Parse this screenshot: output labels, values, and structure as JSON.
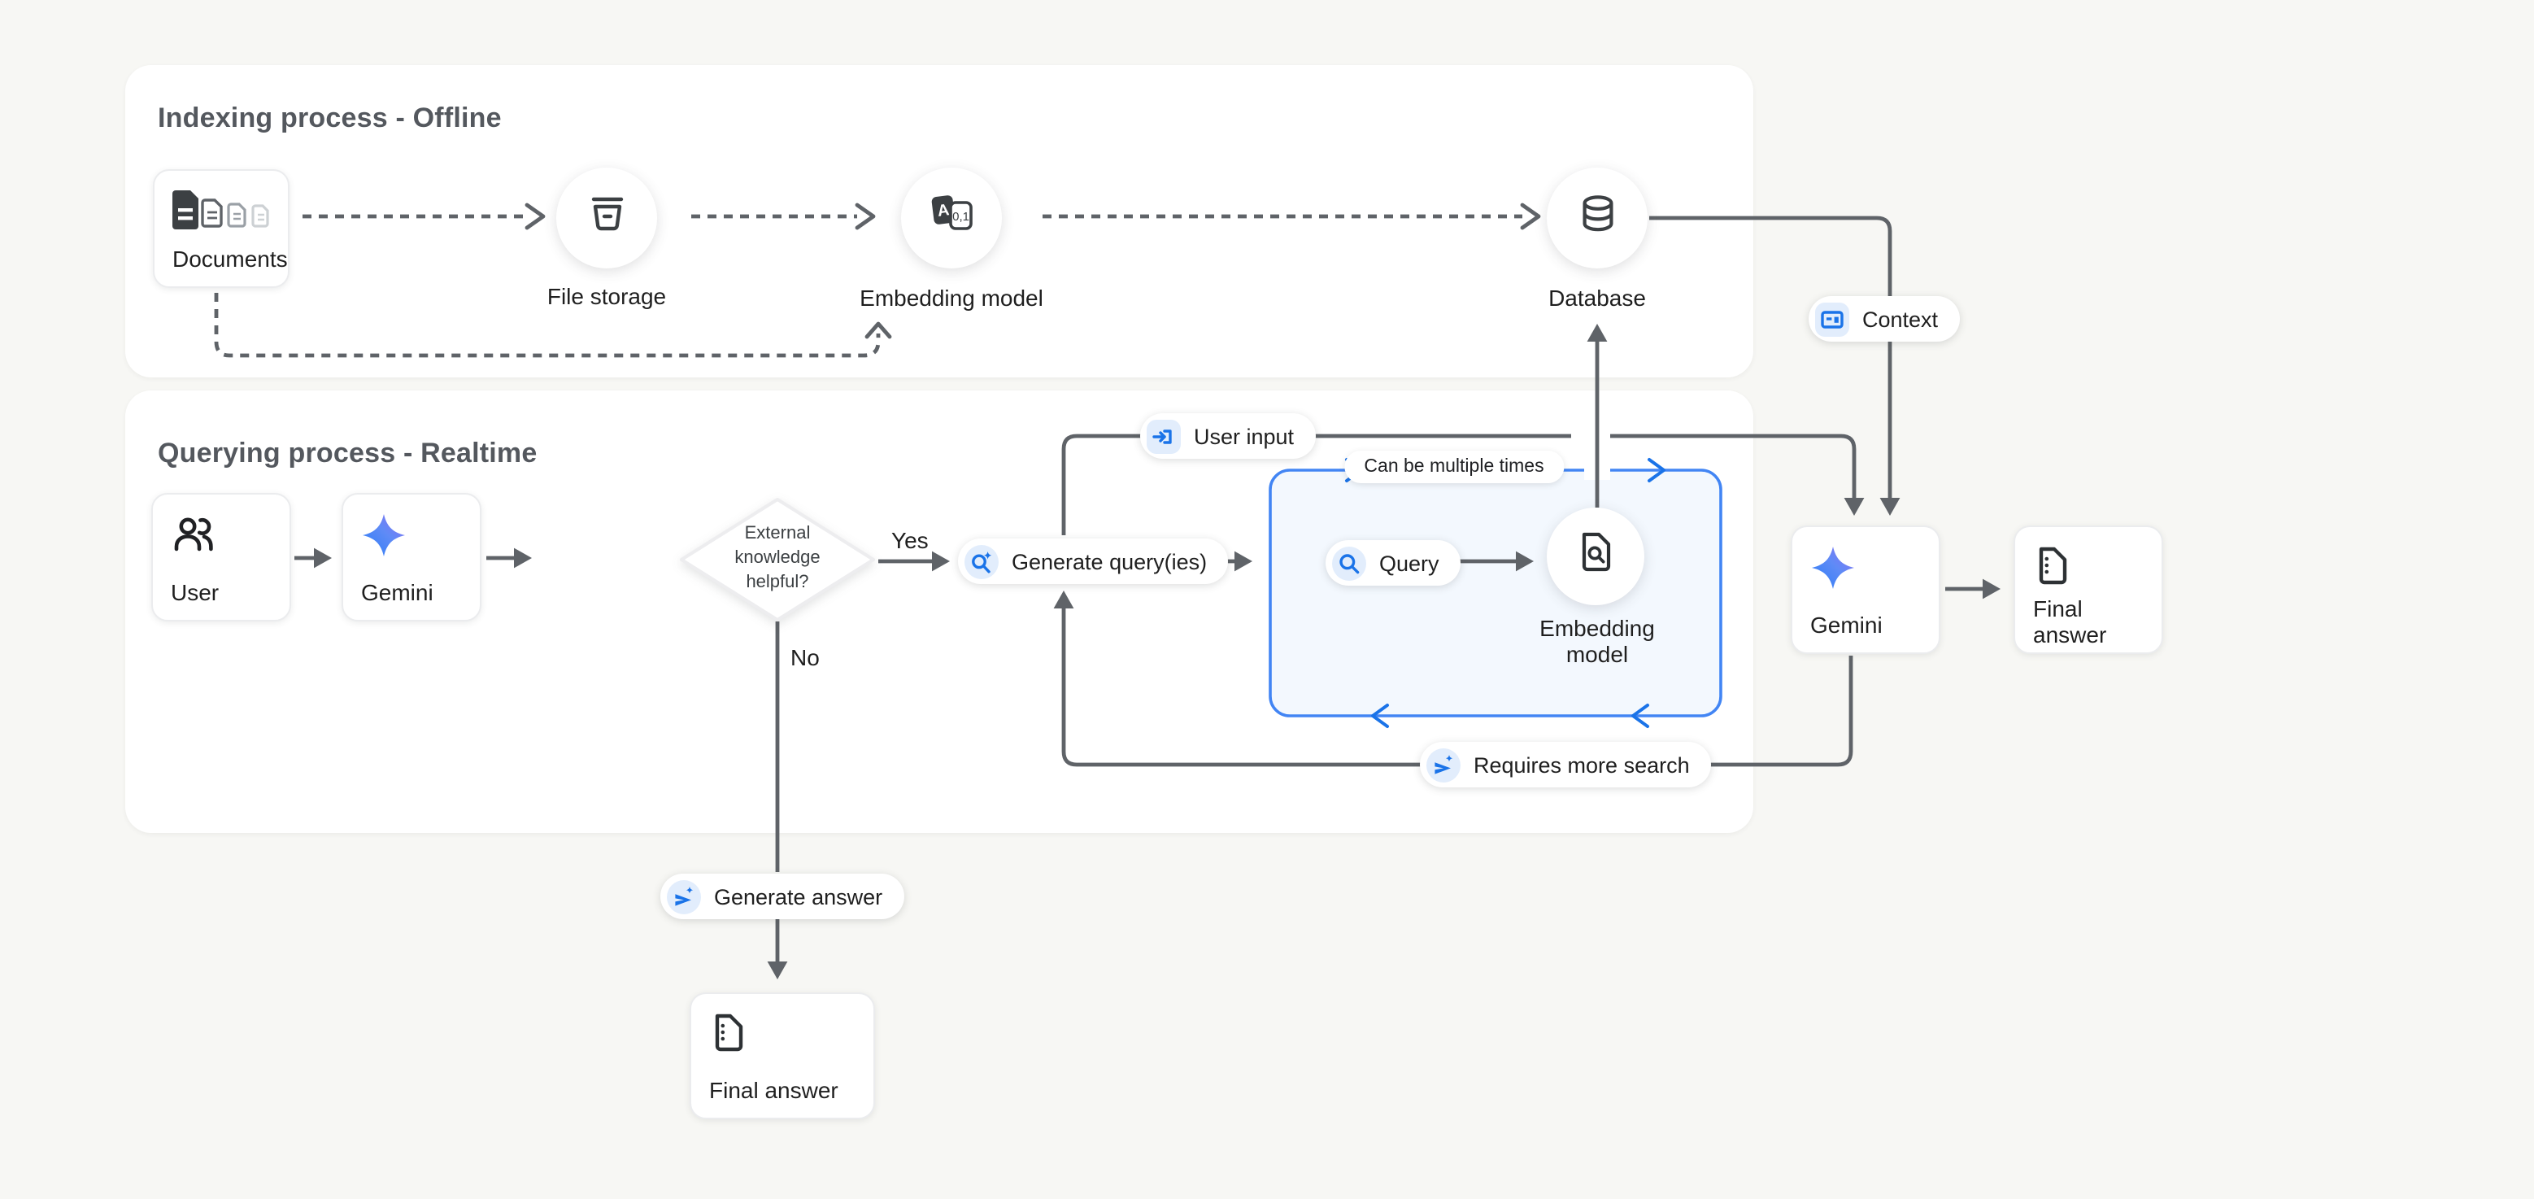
{
  "colors": {
    "canvas_bg": "#f7f7f4",
    "panel_bg": "#ffffff",
    "line_gray": "#5f6368",
    "icon_dark": "#3c4043",
    "accent_blue": "#1a73e8",
    "blue_box_border": "#4285f4",
    "blue_box_fill": "#f3f8fe",
    "badge_bg": "#e2edfc",
    "gemini_gradient": [
      "#2a7cf7",
      "#8f6df3"
    ]
  },
  "panels": {
    "indexing": {
      "title": "Indexing process - Offline"
    },
    "querying": {
      "title": "Querying process - Realtime"
    }
  },
  "nodes": {
    "documents": {
      "label": "Documents",
      "icon": "documents-icon"
    },
    "file_storage": {
      "label": "File storage",
      "icon": "file-storage-icon"
    },
    "embedding_model": {
      "label": "Embedding model",
      "icon": "embedding-model-icon"
    },
    "database": {
      "label": "Database",
      "icon": "database-icon"
    },
    "user": {
      "label": "User",
      "icon": "users-icon"
    },
    "gemini_left": {
      "label": "Gemini",
      "icon": "gemini-star-icon"
    },
    "decision": {
      "label_lines": [
        "External",
        "knowledge",
        "helpful?"
      ]
    },
    "query_embedding": {
      "label_line1": "Embedding",
      "label_line2": "model",
      "icon": "doc-search-icon"
    },
    "gemini_right": {
      "label": "Gemini",
      "icon": "gemini-star-icon"
    },
    "final_answer_right": {
      "label": "Final answer",
      "icon": "final-answer-icon"
    },
    "final_answer_bottom": {
      "label": "Final answer",
      "icon": "final-answer-icon"
    }
  },
  "pills": {
    "user_input": {
      "label": "User input",
      "icon": "input-icon"
    },
    "context": {
      "label": "Context",
      "icon": "context-icon"
    },
    "generate_queries": {
      "label": "Generate query(ies)",
      "icon": "search-spark-icon"
    },
    "query": {
      "label": "Query",
      "icon": "search-icon"
    },
    "can_be_multiple_times": {
      "label": "Can be multiple times"
    },
    "requires_more_search": {
      "label": "Requires more search",
      "icon": "send-spark-icon"
    },
    "generate_answer": {
      "label": "Generate answer",
      "icon": "send-spark-icon"
    }
  },
  "edge_labels": {
    "yes": "Yes",
    "no": "No"
  }
}
